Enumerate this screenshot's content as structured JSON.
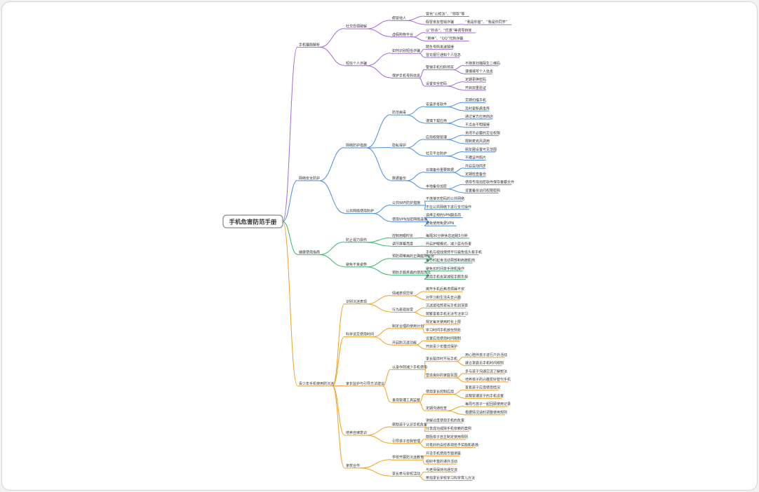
{
  "root": "手机危害防范手册",
  "colors": {
    "b0": "#a26ad8",
    "b1": "#4a8ed8",
    "b2": "#37b86e",
    "b3": "#f0a020",
    "root_border": "#8b8b8b"
  },
  "tree": [
    {
      "label": "手机骗局解析",
      "children": [
        {
          "label": "社交恐惧破解",
          "children": [
            {
              "label": "假冒他人",
              "children": [
                {
                  "label": "冒充“公检法”、“领导”等"
                },
                {
                  "label": "假冒亲友借钱诈骗",
                  "children": [
                    {
                      "label": "“我是你爸”、“我是你同学”"
                    }
                  ]
                }
              ]
            },
            {
              "label": "虚假购物平台",
              "children": [
                {
                  "label": "以“秒杀”、“优惠”等诱导转账"
                },
                {
                  "label": "“刷单”、“QQ”代购诈骗"
                }
              ]
            }
          ]
        },
        {
          "label": "短信个人诈骗",
          "children": [
            {
              "label": "如何识别短信诈骗",
              "children": [
                {
                  "label": "陌生号码发送链接"
                },
                {
                  "label": "冒充银行通知个人信息"
                }
              ]
            },
            {
              "label": "保护手机号码信息",
              "children": [
                {
                  "label": "警惕手机扫码领奖",
                  "children": [
                    {
                      "label": "不随意扫描陌生二维码"
                    },
                    {
                      "label": "谨慎填写个人信息"
                    }
                  ]
                },
                {
                  "label": "设置安全密码",
                  "children": [
                    {
                      "label": "定期更换密码"
                    },
                    {
                      "label": "开启双重验证"
                    }
                  ]
                }
              ]
            }
          ]
        }
      ]
    },
    {
      "label": "网络安全防护",
      "children": [
        {
          "label": "网络防护措施",
          "children": [
            {
              "label": "防范病毒",
              "children": [
                {
                  "label": "安装杀毒软件",
                  "children": [
                    {
                      "label": "定期扫描手机"
                    },
                    {
                      "label": "及时更新病毒库"
                    }
                  ]
                },
                {
                  "label": "谨慎下载应用",
                  "children": [
                    {
                      "label": "通过官方应用商店"
                    },
                    {
                      "label": "不点击不明链接"
                    }
                  ]
                }
              ]
            },
            {
              "label": "隐私保护",
              "children": [
                {
                  "label": "应用权限管理",
                  "children": [
                    {
                      "label": "关闭不必要的定位权限"
                    },
                    {
                      "label": "限制麦克风调用"
                    }
                  ]
                },
                {
                  "label": "社交平台防护",
                  "children": [
                    {
                      "label": "朋友圈设置可见范围"
                    },
                    {
                      "label": "不晒证件照片"
                    }
                  ]
                }
              ]
            },
            {
              "label": "数据备份",
              "children": [
                {
                  "label": "云端备份重要数据",
                  "children": [
                    {
                      "label": "开启自动同步"
                    },
                    {
                      "label": "定期检查备份"
                    }
                  ]
                },
                {
                  "label": "本地备份加密",
                  "children": [
                    {
                      "label": "使用专用加密软件保存重要文件"
                    },
                    {
                      "label": "设置备份访问权限密码"
                    }
                  ]
                }
              ]
            }
          ]
        },
        {
          "label": "公共网络使用防护",
          "children": [
            {
              "label": "公共WiFi防护措施",
              "children": [
                {
                  "label": "不连接无密码的公共网络"
                },
                {
                  "label": "不在公共网络下进行支付操作"
                }
              ]
            },
            {
              "label": "使用VPN加密网络连接",
              "children": [
                {
                  "label": "选择正规的VPN服务商"
                },
                {
                  "label": "避免使用免费VPN"
                }
              ]
            }
          ]
        }
      ]
    },
    {
      "label": "健康使用指南",
      "children": [
        {
          "label": "防止视力损伤",
          "children": [
            {
              "label": "控制用眼时长",
              "children": [
                {
                  "label": "每隔30分钟休息远眺5分钟"
                }
              ]
            },
            {
              "label": "调节屏幕亮度",
              "children": [
                {
                  "label": "开启护眼模式，减少蓝光伤害"
                }
              ]
            }
          ]
        },
        {
          "label": "避免不良姿势",
          "children": [
            {
              "label": "预防颈椎病的正确握持姿势",
              "children": [
                {
                  "label": "手机与视线保持平行避免低头看手机"
                },
                {
                  "label": "每小时起身活动颈部和肩膀肌肉"
                }
              ]
            },
            {
              "label": "预防手腕疼痛的使用方式",
              "children": [
                {
                  "label": "避免长时间单手持机操作"
                },
                {
                  "label": "使用手机支架减轻手腕负担"
                }
              ]
            }
          ]
        }
      ]
    },
    {
      "label": "青少年手机使用防沉迷",
      "children": [
        {
          "label": "识别沉迷表现",
          "children": [
            {
              "label": "情绪表现异常",
              "children": [
                {
                  "label": "离开手机后焦虑烦躁不安"
                },
                {
                  "label": "对学习和生活失去兴趣"
                }
              ]
            },
            {
              "label": "行为表现异常",
              "children": [
                {
                  "label": "沉迷游戏熬夜玩手机到深夜"
                },
                {
                  "label": "频繁查看手机无法专注学习"
                }
              ]
            }
          ]
        },
        {
          "label": "科学设定使用时间",
          "children": [
            {
              "label": "制定合理的使用计划",
              "children": [
                {
                  "label": "规定每天使用时长上限"
                },
                {
                  "label": "学习时间手机放在别处"
                }
              ]
            },
            {
              "label": "开启防沉迷功能",
              "children": [
                {
                  "label": "设置应用使用时间限制"
                },
                {
                  "label": "开启青少年模式保护"
                }
              ]
            }
          ]
        },
        {
          "label": "家长监护与引导方法建议",
          "children": [
            {
              "label": "以身作则减少手机使用",
              "children": [
                {
                  "label": "家长陪伴时不玩手机",
                  "children": [
                    {
                      "label": "用心陪伴孩子进行户外活动"
                    },
                    {
                      "label": "建立家庭无手机时间规则"
                    }
                  ]
                },
                {
                  "label": "营造良好的家庭氛围",
                  "children": [
                    {
                      "label": "多与孩子沟通交流了解想法"
                    },
                    {
                      "label": "培养孩子的兴趣爱好替代手机"
                    }
                  ]
                }
              ]
            },
            {
              "label": "善用管理工具监督",
              "children": [
                {
                  "label": "使用家长控制应用",
                  "children": [
                    {
                      "label": "查看孩子应用使用情况"
                    },
                    {
                      "label": "远程管理孩子的手机设置"
                    }
                  ]
                },
                {
                  "label": "定期沟通检查",
                  "children": [
                    {
                      "label": "每周与孩子一起回顾使用记录"
                    },
                    {
                      "label": "根据情况适时调整使用规则"
                    }
                  ]
                }
              ]
            }
          ]
        },
        {
          "label": "培养自律意识",
          "children": [
            {
              "label": "帮助孩子认识手机危害",
              "children": [
                {
                  "label": "讲解过度使用手机的危害"
                },
                {
                  "label": "分享成功戒除手机依赖的案例"
                }
              ]
            },
            {
              "label": "引导孩子自我管理",
              "children": [
                {
                  "label": "鼓励孩子自主制定使用规则"
                },
                {
                  "label": "对良好的自控表现给予奖励和表扬"
                }
              ]
            }
          ]
        },
        {
          "label": "家校合作",
          "children": [
            {
              "label": "学校开展防沉迷教育",
              "children": [
                {
                  "label": "开设手机使用专题讲座"
                },
                {
                  "label": "组织丰富的课外活动"
                }
              ]
            },
            {
              "label": "家长参与学校活动",
              "children": [
                {
                  "label": "与老师保持沟通交流"
                },
                {
                  "label": "参加家长学校学习科学育儿方法"
                }
              ]
            }
          ]
        }
      ]
    }
  ]
}
